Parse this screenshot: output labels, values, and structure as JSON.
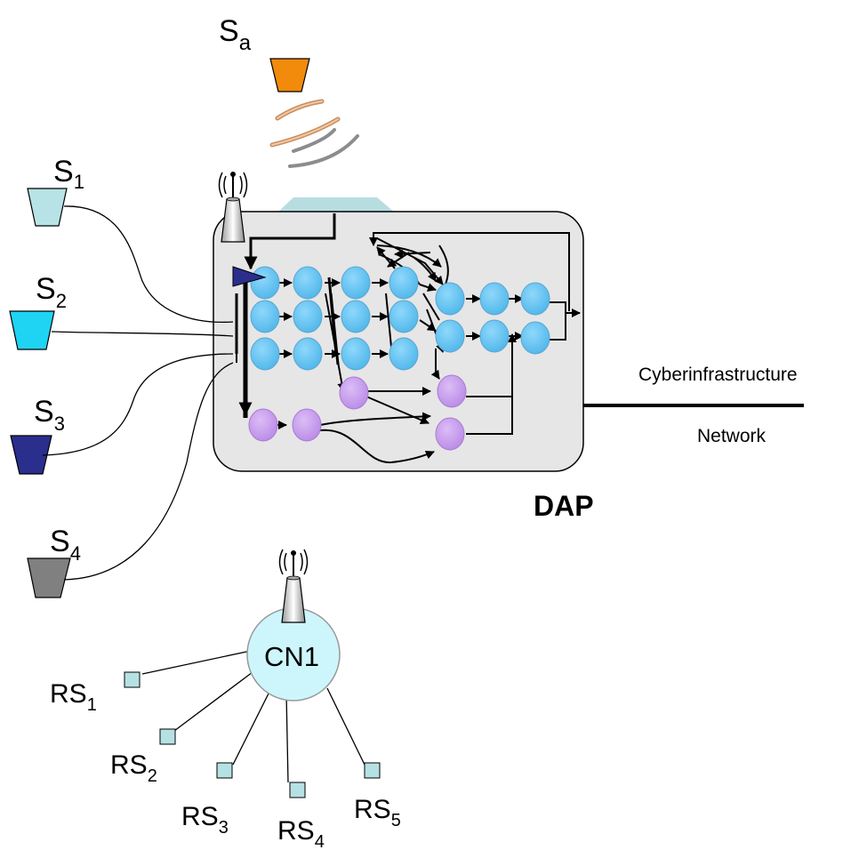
{
  "labels": {
    "sa": {
      "main": "S",
      "sub": "a"
    },
    "s1": {
      "main": "S",
      "sub": "1"
    },
    "s2": {
      "main": "S",
      "sub": "2"
    },
    "s3": {
      "main": "S",
      "sub": "3"
    },
    "s4": {
      "main": "S",
      "sub": "4"
    },
    "dap": "DAP",
    "cyber": "Cyberinfrastructure",
    "network": "Network",
    "cn1": "CN1",
    "rs1": {
      "main": "RS",
      "sub": "1"
    },
    "rs2": {
      "main": "RS",
      "sub": "2"
    },
    "rs3": {
      "main": "RS",
      "sub": "3"
    },
    "rs4": {
      "main": "RS",
      "sub": "4"
    },
    "rs5": {
      "main": "RS",
      "sub": "5"
    }
  },
  "colors": {
    "sa": "#f28a0c",
    "s1": "#b7e3e6",
    "s2": "#1fd3f2",
    "s3": "#2a2f8e",
    "s4": "#808080",
    "dap_box": "#e6e6e6",
    "node_blue": "#68c7f4",
    "node_purple": "#c9a0ee",
    "cn1": "#cdf6fc",
    "rs": "#b6e1e4"
  }
}
